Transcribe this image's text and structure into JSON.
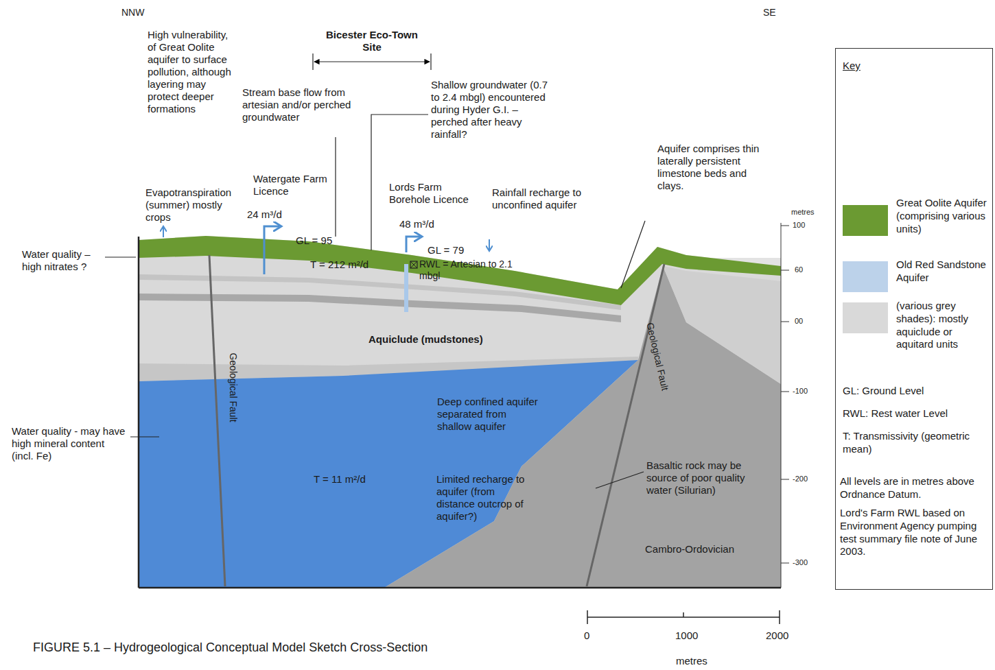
{
  "diagram": {
    "caption": "FIGURE 5.1 – Hydrogeological Conceptual Model Sketch Cross-Section",
    "nodes": [
      {
        "text": [
          "Key",
          "GL: Ground Level",
          "RWL: Rest water Level",
          "T: Transmissivity (geometric mean)",
          "All levels are in metres above Ordnance Datum.",
          "Lord's Farm RWL based on Environment Agency pumping test summary file note of June 2003."
        ]
      }
    ],
    "labels": [
      "NNW",
      "SE",
      "High vulnerability, of Great Oolite aquifer to surface pollution, although layering may protect deeper formations",
      "Bicester Eco-Town Site",
      "Stream base flow from artesian and/or perched groundwater",
      "Shallow groundwater (0.7 to 2.4 mbgl) encountered during Hyder G.I. – perched after heavy rainfall?",
      "Aquifer comprises thin laterally persistent limestone beds and clays.",
      "Evapotranspiration (summer) mostly crops",
      "Watergate Farm Licence",
      "24 m³/d",
      "GL = 95",
      "Lords Farm Borehole Licence",
      "Rainfall recharge to unconfined aquifer",
      "48 m³/d",
      "GL = 79",
      "T = 212 m²/d",
      "RWL = Artesian to 2.1 mbgl",
      "Water quality – high nitrates ?",
      "Aquiclude (mudstones)",
      "Geological Fault",
      "Geological Fault",
      "Water quality - may have high mineral content (incl. Fe)",
      "Deep confined aquifer separated from shallow aquifer",
      "T = 11 m²/d",
      "Limited recharge to aquifer (from distance outcrop of aquifer?)",
      "Basaltic rock may be source of poor quality water (Silurian)",
      "Cambro-Ordovician",
      "metres",
      "100",
      "60",
      "00",
      "-100",
      "-200",
      "-300",
      "0",
      "1000",
      "2000",
      "metres"
    ],
    "legend": [
      {
        "text": "Great Oolite Aquifer (comprising various units)",
        "color": "#6b9a32"
      },
      {
        "text": "Old Red Sandstone Aquifer",
        "color": "#bcd2ea"
      },
      {
        "text": "(various grey shades): mostly aquiclude or aquitard units",
        "color": "#d9d9d9"
      }
    ]
  }
}
